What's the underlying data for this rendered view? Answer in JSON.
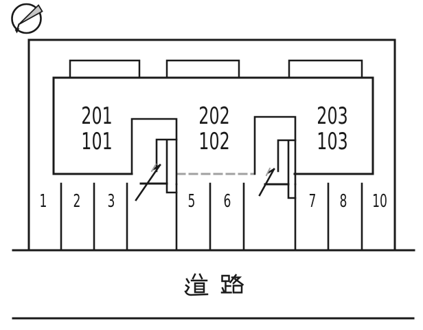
{
  "plan": {
    "compass": {
      "icon": "north-arrow"
    },
    "building": {
      "units": [
        {
          "upper": "201",
          "lower": "101"
        },
        {
          "upper": "202",
          "lower": "102"
        },
        {
          "upper": "203",
          "lower": "103"
        }
      ]
    },
    "parking": {
      "spaces": [
        "1",
        "2",
        "3",
        "5",
        "6",
        "7",
        "8",
        "10"
      ]
    },
    "road": {
      "label": "道　路",
      "chars": [
        "道",
        "路"
      ]
    }
  },
  "colors": {
    "line": "#1a1a1a",
    "dash": "#a0a0a0",
    "needle_fill": "#c6c6c6",
    "background": "#ffffff"
  }
}
